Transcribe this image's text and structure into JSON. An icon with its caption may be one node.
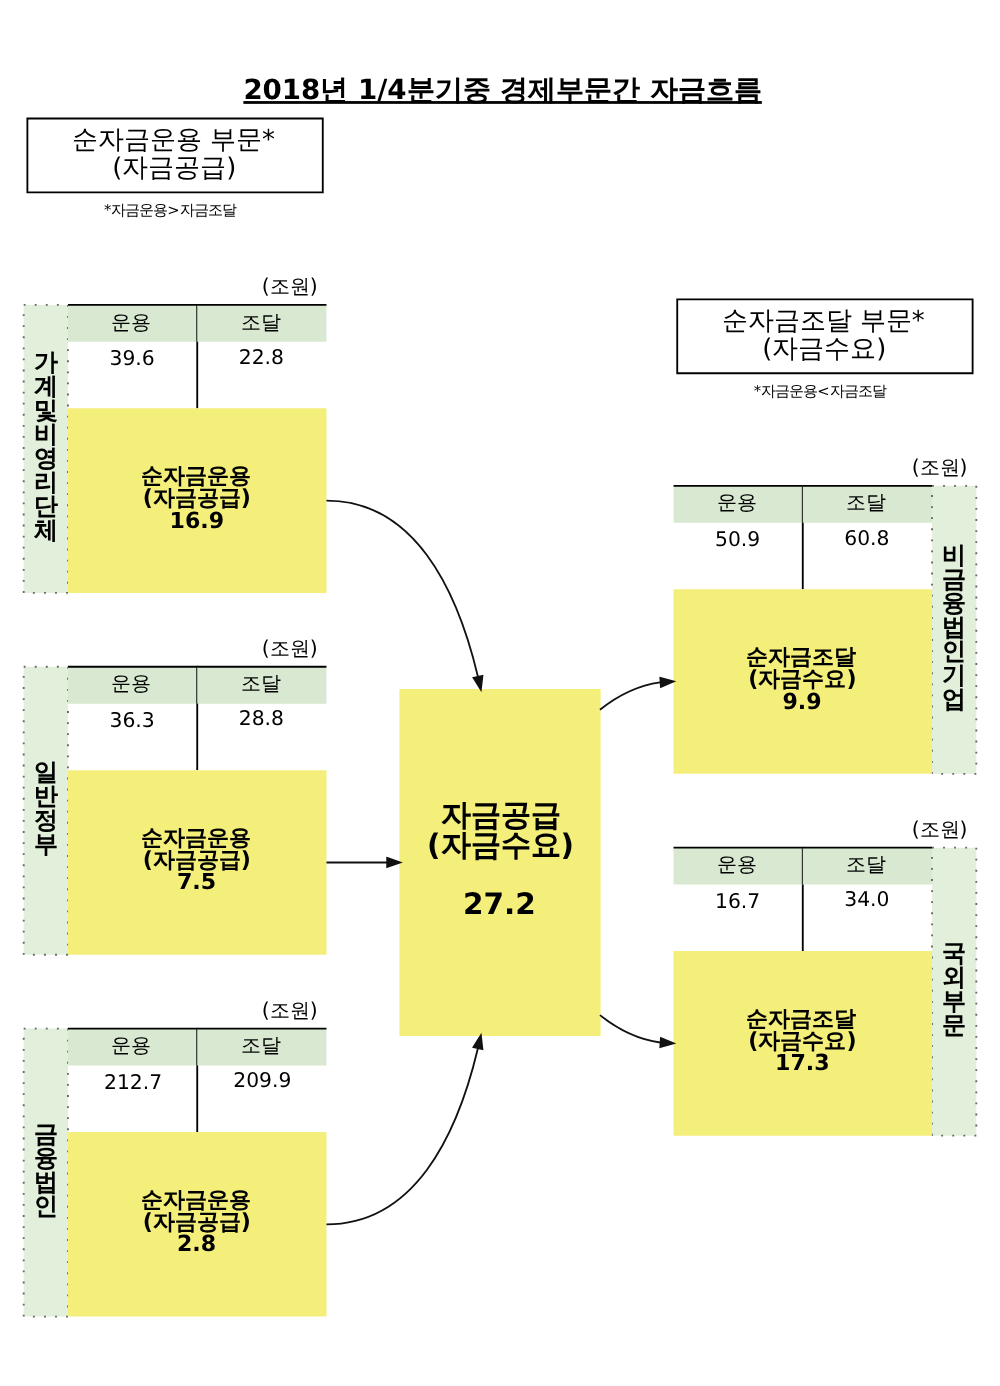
{
  "diagram": {
    "title": "2018년 1/4분기중 경제부문간 자금흐름",
    "nodes": [
      {
        "text": [
          "순자금운용 부문* (자금공급)"
        ],
        "beside": [
          "*자금운용>자금조달"
        ]
      },
      {
        "text": [
          "순자금조달 부문* (자금수요)"
        ],
        "beside": [
          "*자금운용<자금조달"
        ]
      },
      {
        "text": [
          "가계및비영리단체",
          "운용",
          "조달",
          "39.6",
          "22.8",
          "순자금운용 (자금공급)",
          "16.9"
        ],
        "beside": [
          "(조원)"
        ]
      },
      {
        "text": [
          "일반정부",
          "운용",
          "조달",
          "36.3",
          "28.8",
          "순자금운용 (자금공급)",
          "7.5"
        ],
        "beside": [
          "(조원)"
        ]
      },
      {
        "text": [
          "금융법인",
          "운용",
          "조달",
          "212.7",
          "209.9",
          "순자금운용 (자금공급)",
          "2.8"
        ],
        "beside": [
          "(조원)"
        ]
      },
      {
        "text": [
          "자금공급 (자금수요)",
          "27.2"
        ]
      },
      {
        "text": [
          "비금융법인기업",
          "운용",
          "조달",
          "50.9",
          "60.8",
          "순자금조달 (자금수요)",
          "9.9"
        ],
        "beside": [
          "(조원)"
        ]
      },
      {
        "text": [
          "국외부문",
          "운용",
          "조달",
          "16.7",
          "34.0",
          "순자금조달 (자금수요)",
          "17.3"
        ],
        "beside": [
          "(조원)"
        ]
      }
    ],
    "edges": [
      {
        "from": 2,
        "to": 5,
        "arrow": "to"
      },
      {
        "from": 3,
        "to": 5,
        "arrow": "to"
      },
      {
        "from": 4,
        "to": 5,
        "arrow": "to"
      },
      {
        "from": 5,
        "to": 6,
        "arrow": "to"
      },
      {
        "from": 5,
        "to": 7,
        "arrow": "to"
      }
    ]
  }
}
